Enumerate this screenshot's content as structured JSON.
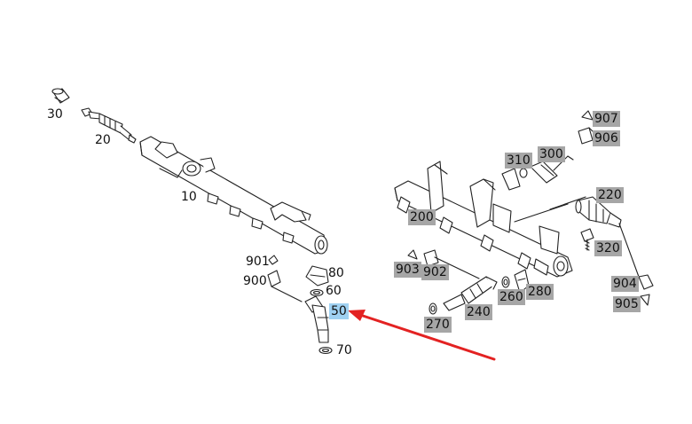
{
  "diagram": {
    "part_labels": [
      {
        "id": "30",
        "text": "30",
        "style": "plain"
      },
      {
        "id": "20",
        "text": "20",
        "style": "plain"
      },
      {
        "id": "10",
        "text": "10",
        "style": "plain"
      },
      {
        "id": "901",
        "text": "901",
        "style": "plain"
      },
      {
        "id": "900",
        "text": "900",
        "style": "plain"
      },
      {
        "id": "80",
        "text": "80",
        "style": "plain"
      },
      {
        "id": "60",
        "text": "60",
        "style": "plain"
      },
      {
        "id": "50",
        "text": "50",
        "style": "selected"
      },
      {
        "id": "70",
        "text": "70",
        "style": "plain"
      },
      {
        "id": "907",
        "text": "907",
        "style": "gray"
      },
      {
        "id": "906",
        "text": "906",
        "style": "gray"
      },
      {
        "id": "310",
        "text": "310",
        "style": "gray"
      },
      {
        "id": "300",
        "text": "300",
        "style": "gray"
      },
      {
        "id": "200",
        "text": "200",
        "style": "gray"
      },
      {
        "id": "220",
        "text": "220",
        "style": "gray"
      },
      {
        "id": "320",
        "text": "320",
        "style": "gray"
      },
      {
        "id": "903",
        "text": "903",
        "style": "gray"
      },
      {
        "id": "902",
        "text": "902",
        "style": "gray"
      },
      {
        "id": "280",
        "text": "280",
        "style": "gray"
      },
      {
        "id": "260",
        "text": "260",
        "style": "gray"
      },
      {
        "id": "240",
        "text": "240",
        "style": "gray"
      },
      {
        "id": "270",
        "text": "270",
        "style": "gray"
      },
      {
        "id": "904",
        "text": "904",
        "style": "gray"
      },
      {
        "id": "905",
        "text": "905",
        "style": "gray"
      }
    ],
    "colors": {
      "line": "#222222",
      "gray_label_bg": "#a6a6a6",
      "selected_label_bg": "#9fd1f2",
      "arrow": "#e32222"
    }
  }
}
